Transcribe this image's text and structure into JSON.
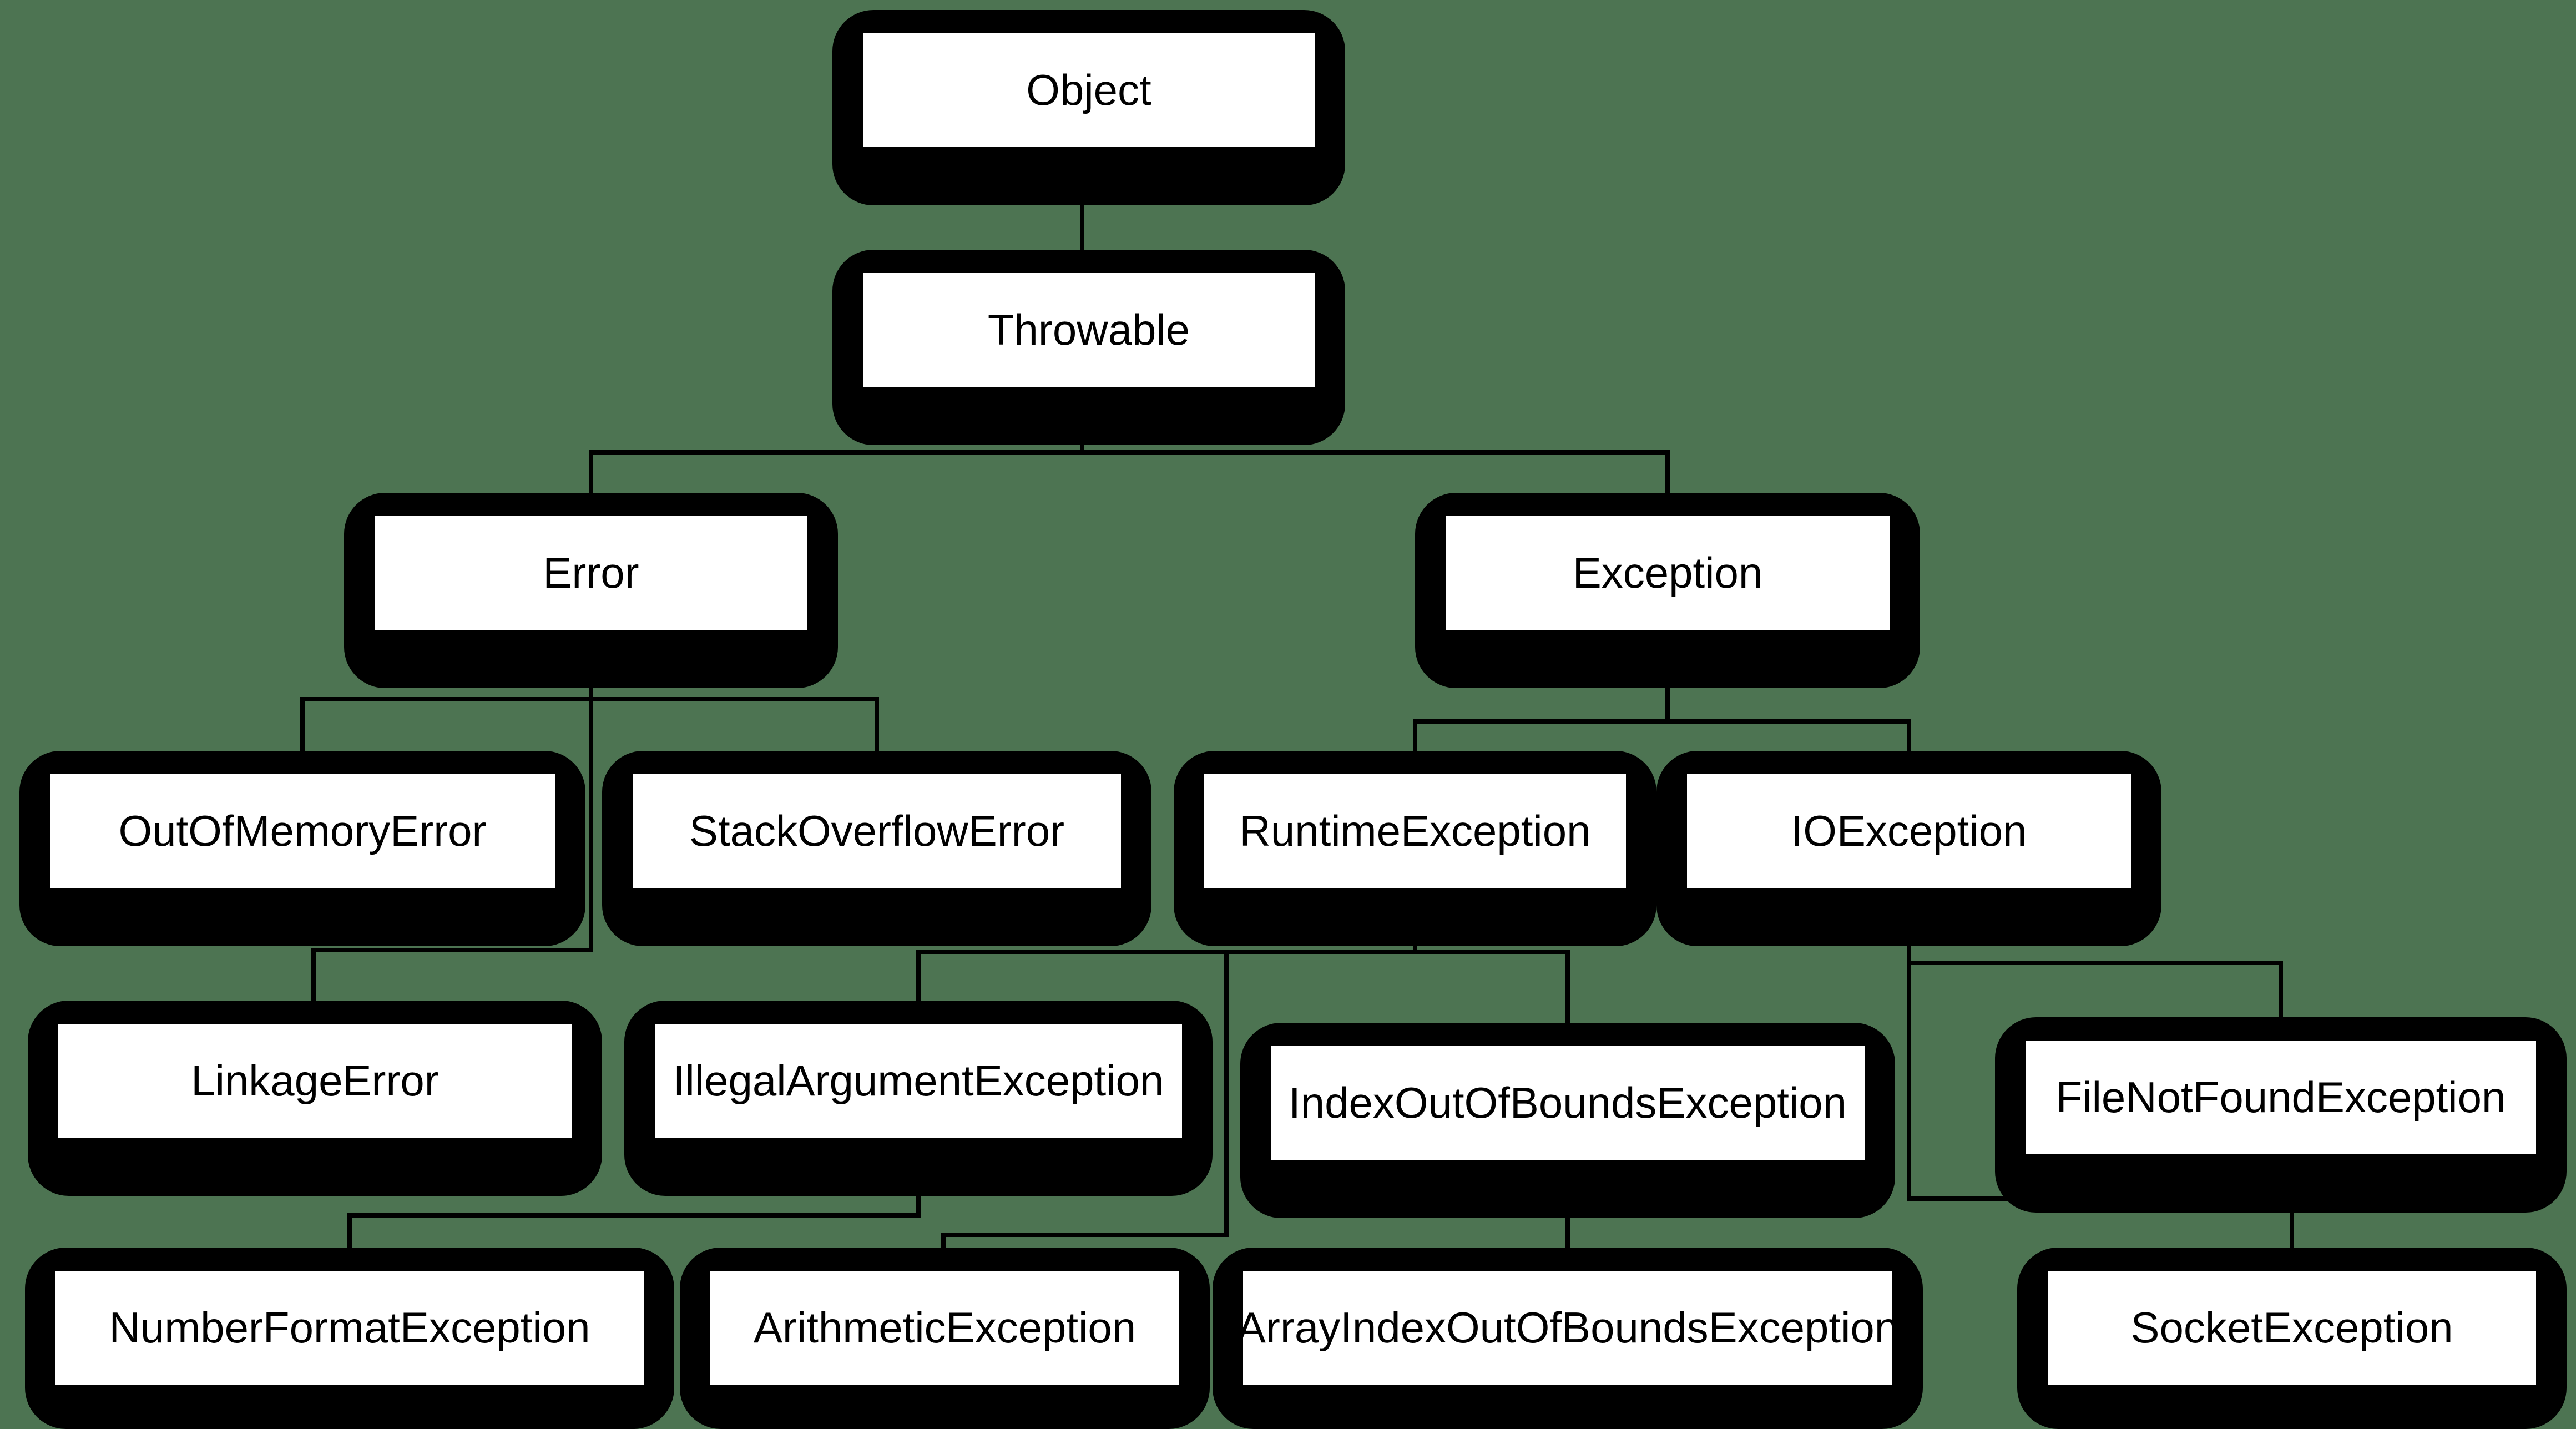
{
  "diagram": {
    "type": "class-hierarchy-tree",
    "subject": "Java Throwable class hierarchy",
    "background_color": "#4d7452",
    "node_fill_color": "#ffffff",
    "node_border_color": "#000000",
    "node_text_color": "#000000",
    "connector_color": "#000000",
    "nodes": [
      {
        "id": "object",
        "label": "Object"
      },
      {
        "id": "throwable",
        "label": "Throwable"
      },
      {
        "id": "error",
        "label": "Error"
      },
      {
        "id": "exception",
        "label": "Exception"
      },
      {
        "id": "out-of-memory-error",
        "label": "OutOfMemoryError"
      },
      {
        "id": "stack-overflow-error",
        "label": "StackOverflowError"
      },
      {
        "id": "runtime-exception",
        "label": "RuntimeException"
      },
      {
        "id": "io-exception",
        "label": "IOException"
      },
      {
        "id": "linkage-error",
        "label": "LinkageError"
      },
      {
        "id": "illegal-argument-exception",
        "label": "IllegalArgumentException"
      },
      {
        "id": "index-out-of-bounds-exception",
        "label": "IndexOutOfBoundsException"
      },
      {
        "id": "file-not-found-exception",
        "label": "FileNotFoundException"
      },
      {
        "id": "number-format-exception",
        "label": "NumberFormatException"
      },
      {
        "id": "arithmetic-exception",
        "label": "ArithmeticException"
      },
      {
        "id": "array-index-out-of-bounds-exception",
        "label": "ArrayIndexOutOfBoundsException"
      },
      {
        "id": "socket-exception",
        "label": "SocketException"
      }
    ],
    "edges": [
      {
        "parent": "Object",
        "child": "Throwable"
      },
      {
        "parent": "Throwable",
        "child": "Error"
      },
      {
        "parent": "Throwable",
        "child": "Exception"
      },
      {
        "parent": "Error",
        "child": "OutOfMemoryError"
      },
      {
        "parent": "Error",
        "child": "StackOverflowError"
      },
      {
        "parent": "Error",
        "child": "LinkageError"
      },
      {
        "parent": "Exception",
        "child": "RuntimeException"
      },
      {
        "parent": "Exception",
        "child": "IOException"
      },
      {
        "parent": "RuntimeException",
        "child": "IllegalArgumentException"
      },
      {
        "parent": "RuntimeException",
        "child": "IndexOutOfBoundsException"
      },
      {
        "parent": "RuntimeException",
        "child": "ArithmeticException"
      },
      {
        "parent": "IllegalArgumentException",
        "child": "NumberFormatException"
      },
      {
        "parent": "IndexOutOfBoundsException",
        "child": "ArrayIndexOutOfBoundsException"
      },
      {
        "parent": "IOException",
        "child": "FileNotFoundException"
      },
      {
        "parent": "IOException",
        "child": "SocketException"
      }
    ]
  }
}
